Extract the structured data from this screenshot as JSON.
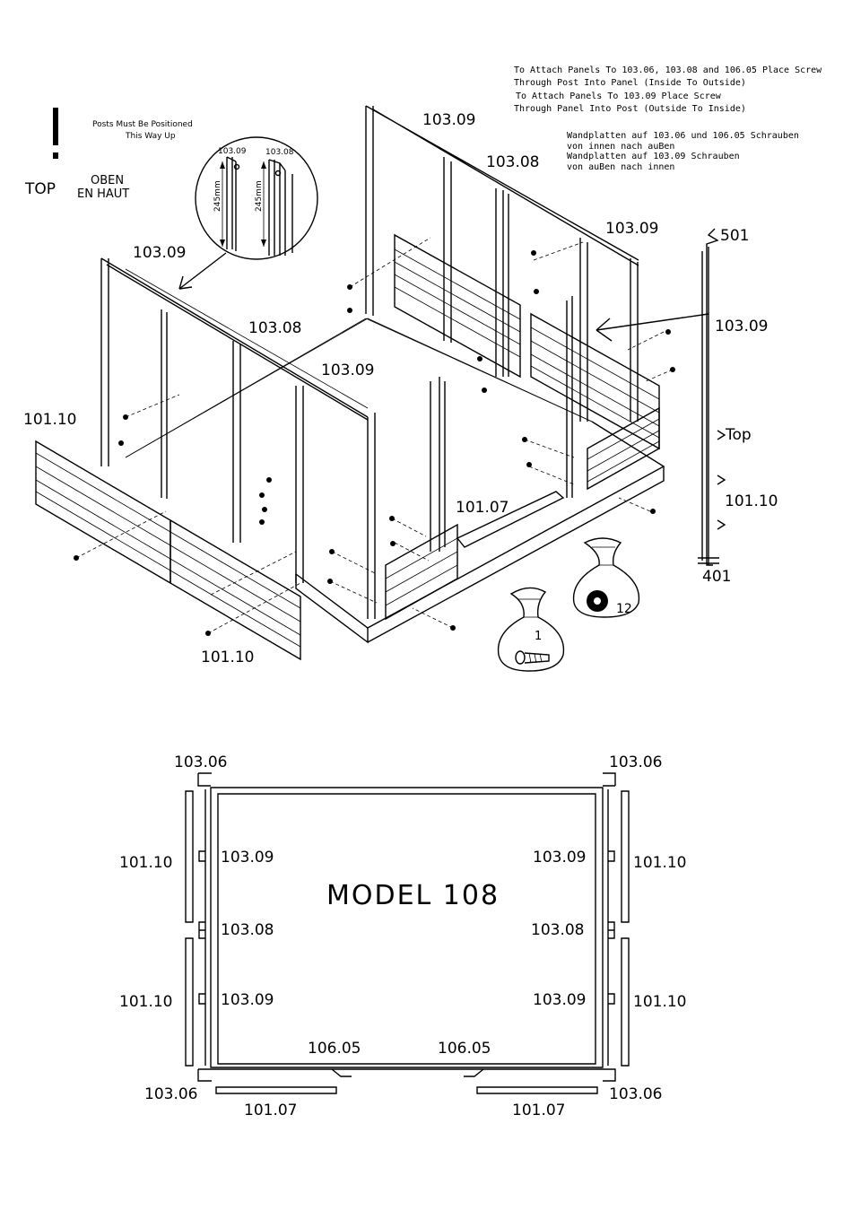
{
  "notes": {
    "en_line1": "To Attach Panels To 103.06, 103.08 and 106.05 Place Screw",
    "en_line2": "Through Post Into Panel (Inside To Outside)",
    "en_line3": "To Attach Panels To 103.09 Place Screw",
    "en_line4": "Through Panel Into Post (Outside To Inside)",
    "de_line1": "Wandplatten auf 103.06 und 106.05 Schrauben",
    "de_line2": "von innen nach auBen",
    "de_line3": "Wandplatten auf 103.09 Schrauben",
    "de_line4": "von auBen nach innen"
  },
  "orientation": {
    "note_line1": "Posts Must Be Positioned",
    "note_line2": "This Way Up",
    "top": "TOP",
    "oben": "OBEN",
    "en_haut": "EN HAUT",
    "detail_left": "103.09",
    "detail_right": "103.08",
    "dim_left": "245mm",
    "dim_right": "245mm"
  },
  "iso_labels": {
    "p1": "103.09",
    "p2": "103.08",
    "p3": "103.09",
    "p4": "103.09",
    "p5": "103.08",
    "p6": "103.09",
    "p7": "101.10",
    "p8": "101.07",
    "p9": "101.10"
  },
  "side_profile": {
    "top_code": "501",
    "post_code": "103.09",
    "top_word": "Top",
    "panel_code": "101.10",
    "bottom_code": "401"
  },
  "bags": {
    "screws_count": "1",
    "washers_count": "12"
  },
  "plan": {
    "title": "MODEL 108",
    "corner_tl": "103.06",
    "corner_tr": "103.06",
    "corner_bl": "103.06",
    "corner_br": "103.06",
    "left_panel_top": "101.10",
    "left_panel_bottom": "101.10",
    "right_panel_top": "101.10",
    "right_panel_bottom": "101.10",
    "left_post_1": "103.09",
    "left_post_2": "103.08",
    "left_post_3": "103.09",
    "right_post_1": "103.09",
    "right_post_2": "103.08",
    "right_post_3": "103.09",
    "door_post_left": "106.05",
    "door_post_right": "106.05",
    "front_panel_left": "101.07",
    "front_panel_right": "101.07"
  }
}
